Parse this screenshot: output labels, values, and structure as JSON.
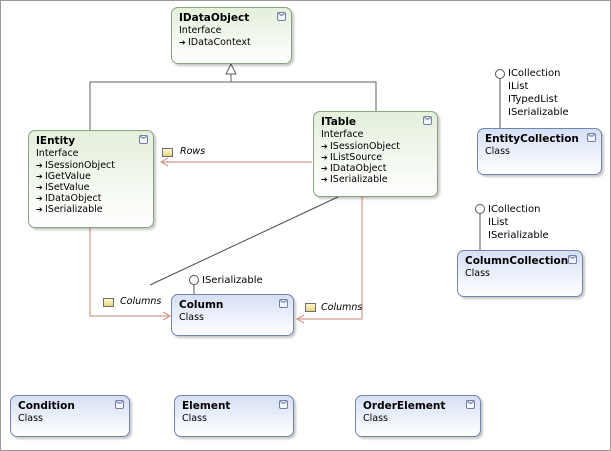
{
  "boxes": {
    "idataobject": {
      "title": "IDataObject",
      "stereo": "Interface",
      "members": [
        "IDataContext"
      ]
    },
    "ientity": {
      "title": "IEntity",
      "stereo": "Interface",
      "members": [
        "ISessionObject",
        "IGetValue",
        "ISetValue",
        "IDataObject",
        "ISerializable"
      ]
    },
    "itable": {
      "title": "ITable",
      "stereo": "Interface",
      "members": [
        "ISessionObject",
        "IListSource",
        "IDataObject",
        "ISerializable"
      ]
    },
    "column": {
      "title": "Column",
      "stereo": "Class"
    },
    "entitycollection": {
      "title": "EntityCollection",
      "stereo": "Class"
    },
    "columncollection": {
      "title": "ColumnCollection",
      "stereo": "Class"
    },
    "condition": {
      "title": "Condition",
      "stereo": "Class"
    },
    "element": {
      "title": "Element",
      "stereo": "Class"
    },
    "orderelement": {
      "title": "OrderElement",
      "stereo": "Class"
    }
  },
  "lollipops": {
    "entitycollection": [
      "ICollection",
      "IList",
      "ITypedList",
      "ISerializable"
    ],
    "columncollection": [
      "ICollection",
      "IList",
      "ISerializable"
    ],
    "column": [
      "ISerializable"
    ]
  },
  "associations": {
    "rows": "Rows",
    "columns_left": "Columns",
    "columns_right": "Columns"
  },
  "icons": {
    "collapse": "double-chevron-icon",
    "member_arrow": "arrow-right-icon"
  }
}
